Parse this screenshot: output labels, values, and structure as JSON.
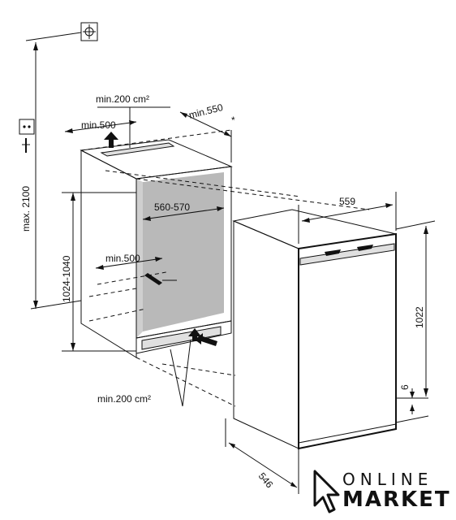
{
  "labels": {
    "vent_top_area": "min.200 cm²",
    "vent_top_width": "min.500",
    "depth_niche": "min.550",
    "depth_niche_note": "*",
    "max_height": "max. 2100",
    "niche_height": "1024-1040",
    "niche_width": "560-570",
    "vent_inner_width": "min.500",
    "vent_bottom_area": "min.200 cm²",
    "appliance_width": "559",
    "appliance_height": "1022",
    "appliance_gap": "6",
    "appliance_depth": "546"
  },
  "logo": {
    "line1": "ONLINE",
    "line2": "MARKET"
  },
  "colors": {
    "ink": "#111111",
    "niche_back": "#b9b9b9",
    "niche_side": "#cfcfcf",
    "grill": "#e0e0e0"
  }
}
